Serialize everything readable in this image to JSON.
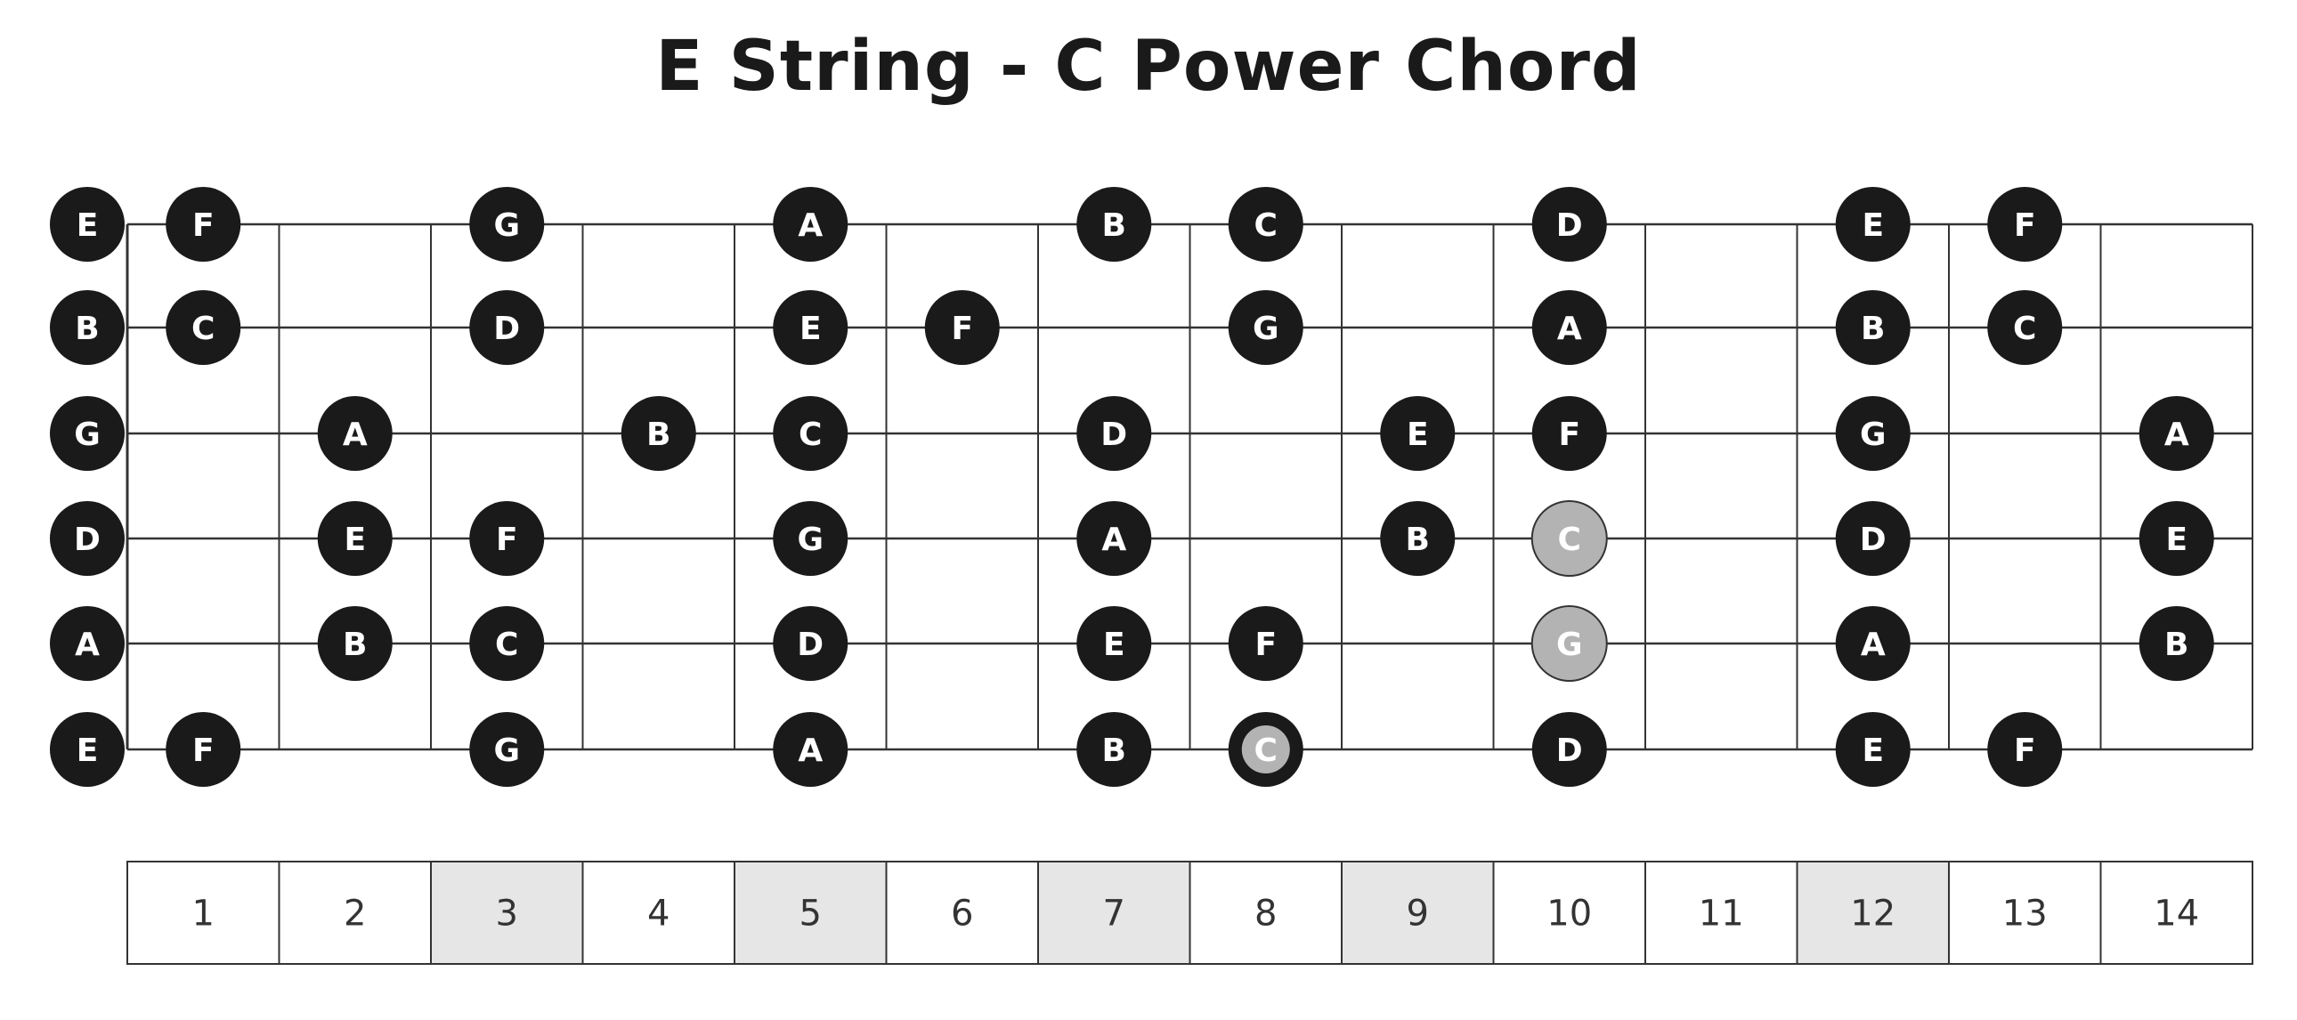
{
  "title": "E String - C Power Chord",
  "colors": {
    "note_fill": "#1a1a1a",
    "note_text": "#ffffff",
    "highlight_fill": "#b3b3b3",
    "highlight_stroke": "#333333",
    "line": "#333333",
    "inlay_cell": "#e6e6e6"
  },
  "fret_numbers": [
    "1",
    "2",
    "3",
    "4",
    "5",
    "6",
    "7",
    "8",
    "9",
    "10",
    "11",
    "12",
    "13",
    "14"
  ],
  "inlay_frets": [
    3,
    5,
    7,
    9,
    12
  ],
  "strings": [
    {
      "open": "E",
      "notes": [
        {
          "fret": 1,
          "name": "F"
        },
        {
          "fret": 3,
          "name": "G"
        },
        {
          "fret": 5,
          "name": "A"
        },
        {
          "fret": 7,
          "name": "B"
        },
        {
          "fret": 8,
          "name": "C"
        },
        {
          "fret": 10,
          "name": "D"
        },
        {
          "fret": 12,
          "name": "E"
        },
        {
          "fret": 13,
          "name": "F"
        }
      ]
    },
    {
      "open": "B",
      "notes": [
        {
          "fret": 1,
          "name": "C"
        },
        {
          "fret": 3,
          "name": "D"
        },
        {
          "fret": 5,
          "name": "E"
        },
        {
          "fret": 6,
          "name": "F"
        },
        {
          "fret": 8,
          "name": "G"
        },
        {
          "fret": 10,
          "name": "A"
        },
        {
          "fret": 12,
          "name": "B"
        },
        {
          "fret": 13,
          "name": "C"
        }
      ]
    },
    {
      "open": "G",
      "notes": [
        {
          "fret": 2,
          "name": "A"
        },
        {
          "fret": 4,
          "name": "B"
        },
        {
          "fret": 5,
          "name": "C"
        },
        {
          "fret": 7,
          "name": "D"
        },
        {
          "fret": 9,
          "name": "E"
        },
        {
          "fret": 10,
          "name": "F"
        },
        {
          "fret": 12,
          "name": "G"
        },
        {
          "fret": 14,
          "name": "A"
        }
      ]
    },
    {
      "open": "D",
      "notes": [
        {
          "fret": 2,
          "name": "E"
        },
        {
          "fret": 3,
          "name": "F"
        },
        {
          "fret": 5,
          "name": "G"
        },
        {
          "fret": 7,
          "name": "A"
        },
        {
          "fret": 9,
          "name": "B"
        },
        {
          "fret": 10,
          "name": "C",
          "highlight": true
        },
        {
          "fret": 12,
          "name": "D"
        },
        {
          "fret": 14,
          "name": "E"
        }
      ]
    },
    {
      "open": "A",
      "notes": [
        {
          "fret": 2,
          "name": "B"
        },
        {
          "fret": 3,
          "name": "C"
        },
        {
          "fret": 5,
          "name": "D"
        },
        {
          "fret": 7,
          "name": "E"
        },
        {
          "fret": 8,
          "name": "F"
        },
        {
          "fret": 10,
          "name": "G",
          "highlight": true
        },
        {
          "fret": 12,
          "name": "A"
        },
        {
          "fret": 14,
          "name": "B"
        }
      ]
    },
    {
      "open": "E",
      "notes": [
        {
          "fret": 1,
          "name": "F"
        },
        {
          "fret": 3,
          "name": "G"
        },
        {
          "fret": 5,
          "name": "A"
        },
        {
          "fret": 7,
          "name": "B"
        },
        {
          "fret": 8,
          "name": "C",
          "root": true
        },
        {
          "fret": 10,
          "name": "D"
        },
        {
          "fret": 12,
          "name": "E"
        },
        {
          "fret": 13,
          "name": "F"
        }
      ]
    }
  ]
}
